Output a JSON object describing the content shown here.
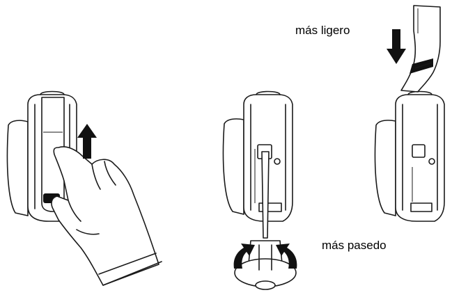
{
  "labels": {
    "lighter": "más ligero",
    "heavier": "más pasedo"
  },
  "colors": {
    "line": "#1a1a1a",
    "fill": "#ffffff",
    "arrow": "#111111"
  },
  "panels": [
    {
      "name": "lift-cover-by-hand"
    },
    {
      "name": "adjust-with-screwdriver"
    },
    {
      "name": "replace-counterweight"
    }
  ]
}
